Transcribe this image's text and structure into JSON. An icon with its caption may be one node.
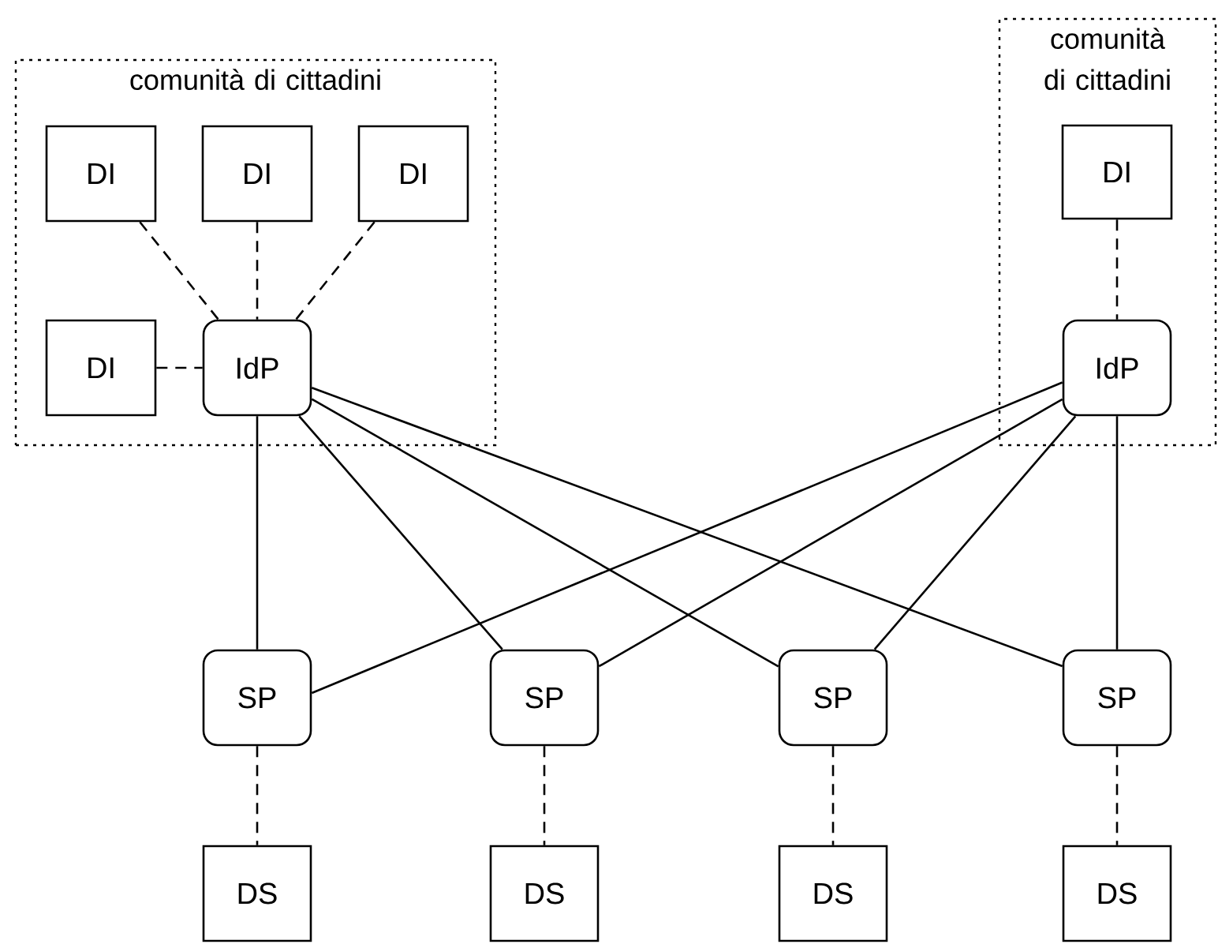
{
  "diagram": {
    "nodes": [
      {
        "text": [
          "comunità di cittadini"
        ]
      },
      {
        "text": [
          "DI"
        ],
        "in": 0
      },
      {
        "text": [
          "DI"
        ],
        "in": 0
      },
      {
        "text": [
          "DI"
        ],
        "in": 0
      },
      {
        "text": [
          "DI"
        ],
        "in": 0
      },
      {
        "text": [
          "IdP"
        ],
        "in": 0
      },
      {
        "text": [
          "comunità di cittadini"
        ]
      },
      {
        "text": [
          "DI"
        ],
        "in": 6
      },
      {
        "text": [
          "IdP"
        ],
        "in": 6
      },
      {
        "text": [
          "SP"
        ]
      },
      {
        "text": [
          "SP"
        ]
      },
      {
        "text": [
          "SP"
        ]
      },
      {
        "text": [
          "SP"
        ]
      },
      {
        "text": [
          "DS"
        ]
      },
      {
        "text": [
          "DS"
        ]
      },
      {
        "text": [
          "DS"
        ]
      },
      {
        "text": [
          "DS"
        ]
      }
    ],
    "edges": [
      {
        "from": 1,
        "to": 5,
        "arrow": "none",
        "style": "dashed"
      },
      {
        "from": 2,
        "to": 5,
        "arrow": "none",
        "style": "dashed"
      },
      {
        "from": 3,
        "to": 5,
        "arrow": "none",
        "style": "dashed"
      },
      {
        "from": 4,
        "to": 5,
        "arrow": "none",
        "style": "dashed"
      },
      {
        "from": 7,
        "to": 8,
        "arrow": "none",
        "style": "dashed"
      },
      {
        "from": 5,
        "to": 9,
        "arrow": "none"
      },
      {
        "from": 5,
        "to": 10,
        "arrow": "none"
      },
      {
        "from": 5,
        "to": 11,
        "arrow": "none"
      },
      {
        "from": 5,
        "to": 12,
        "arrow": "none"
      },
      {
        "from": 8,
        "to": 9,
        "arrow": "none"
      },
      {
        "from": 8,
        "to": 10,
        "arrow": "none"
      },
      {
        "from": 8,
        "to": 11,
        "arrow": "none"
      },
      {
        "from": 8,
        "to": 12,
        "arrow": "none"
      },
      {
        "from": 9,
        "to": 13,
        "arrow": "none",
        "style": "dashed"
      },
      {
        "from": 10,
        "to": 14,
        "arrow": "none",
        "style": "dashed"
      },
      {
        "from": 11,
        "to": 15,
        "arrow": "none",
        "style": "dashed"
      },
      {
        "from": 12,
        "to": 16,
        "arrow": "none",
        "style": "dashed"
      }
    ]
  }
}
